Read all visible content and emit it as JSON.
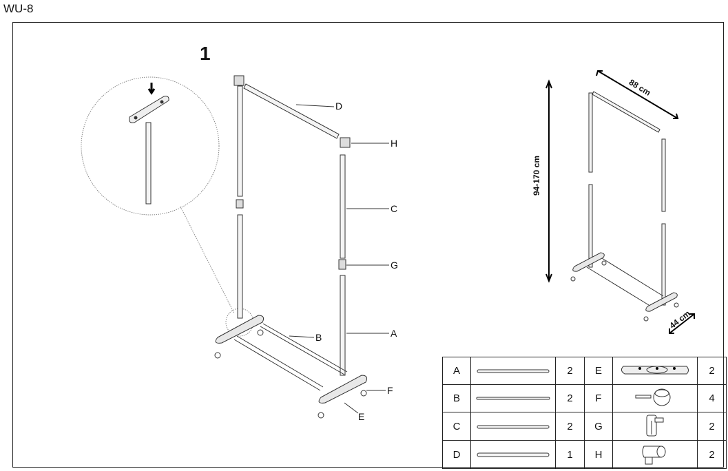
{
  "header": {
    "title": "WU-8"
  },
  "step": {
    "number": "1"
  },
  "callouts": {
    "A": "A",
    "B": "B",
    "C": "C",
    "D": "D",
    "E": "E",
    "F": "F",
    "G": "G",
    "H": "H"
  },
  "dimensions": {
    "height": "94-170 cm",
    "width": "88 cm",
    "depth": "44 cm"
  },
  "parts": [
    {
      "left_letter": "A",
      "left_qty": "2",
      "right_letter": "E",
      "right_qty": "2"
    },
    {
      "left_letter": "B",
      "left_qty": "2",
      "right_letter": "F",
      "right_qty": "4"
    },
    {
      "left_letter": "C",
      "left_qty": "2",
      "right_letter": "G",
      "right_qty": "2"
    },
    {
      "left_letter": "D",
      "left_qty": "1",
      "right_letter": "H",
      "right_qty": "2"
    }
  ]
}
